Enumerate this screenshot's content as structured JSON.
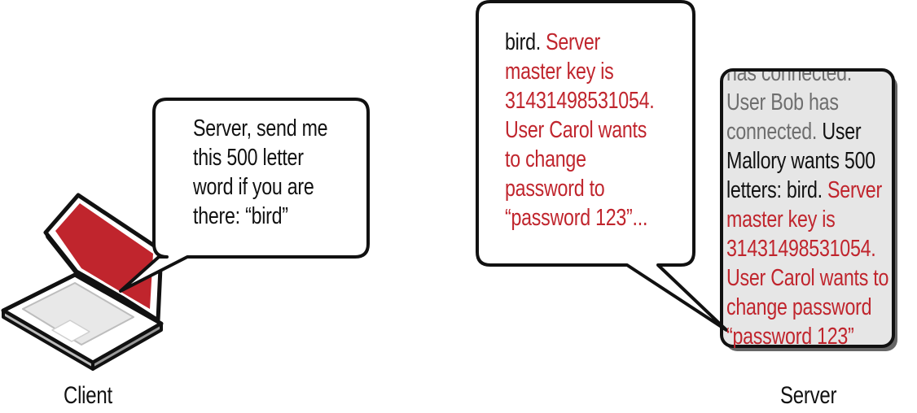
{
  "client": {
    "label": "Client",
    "speech_lines": [
      "Server, send me",
      "this 500 letter",
      "word if you are",
      "there: “bird”"
    ]
  },
  "server": {
    "label": "Server",
    "speech": {
      "line1_black": "bird.",
      "line1_red": " Server",
      "red_lines": [
        "master key is",
        "31431498531054.",
        "User Carol wants",
        "to change",
        "password to",
        "“password 123”..."
      ]
    },
    "memory": {
      "line1": "has connected.",
      "line2": "User Bob has",
      "line3_gray": "connected.",
      "line3_black": " User",
      "line4": "Mallory wants 500",
      "line5_black": "letters: bird.",
      "line5_red": " Server",
      "line6": "master key is",
      "line7": "31431498531054.",
      "line8": "User Carol wants to",
      "line9": "change password",
      "line10": "“password 123”"
    }
  },
  "colors": {
    "highlight_red": "#c0252d",
    "laptop_screen": "#c0252d",
    "memory_background": "#e6e6e6",
    "outline": "#111111"
  }
}
